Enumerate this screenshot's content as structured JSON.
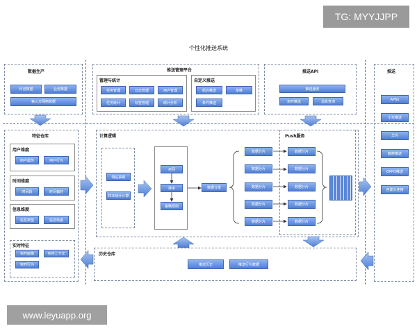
{
  "title": "个性化推送系统",
  "watermark_top": "TG: MYYJJPP",
  "watermark_bottom": "www.leyuapp.org",
  "data_production": {
    "label": "数据生产",
    "items": [
      "日志数据",
      "业务数据",
      "第三方网络数据"
    ]
  },
  "push_platform": {
    "label": "推送管理平台",
    "mgmt": {
      "label": "管理与统计",
      "items": [
        "任务管理",
        "日志管理",
        "用户管理",
        "任务统计",
        "标签管理",
        "统计分析"
      ]
    },
    "custom": {
      "label": "自定义推送",
      "items": [
        "组合推送",
        "单推",
        "条件推送"
      ]
    }
  },
  "push_api": {
    "label": "推送API",
    "items": [
      "推送服务",
      "定时推送",
      "消息查询"
    ]
  },
  "push_channels": {
    "label": "推送",
    "items": [
      "APNs",
      "小米推送",
      "华为",
      "魅族推送",
      "OPPO推送",
      "自建长连接"
    ]
  },
  "feature_store": {
    "label": "特征仓库",
    "user": {
      "label": "用户维度",
      "items": [
        "用户属性",
        "用户行为"
      ]
    },
    "time": {
      "label": "时间维度",
      "items": [
        "时间段",
        "时间偏好"
      ]
    },
    "info": {
      "label": "信息维度",
      "items": [
        "信息类型",
        "信息热度"
      ]
    },
    "realtime": {
      "label": "实时特征",
      "items": [
        "实时画像",
        "实时上下文",
        "实时行为"
      ]
    }
  },
  "compute": {
    "label": "计算逻辑",
    "left_items": [
      "特征抽取",
      "样本统计计算"
    ],
    "mid_items": [
      "召回",
      "排序",
      "策略规则"
    ],
    "dispatch": "数据分发",
    "shards": [
      "数据分片",
      "数据分片",
      "数据分片",
      "数据分片",
      "数据分片"
    ]
  },
  "push_service": {
    "label": "Push服务",
    "shards": [
      "数据分片",
      "数据分片",
      "数据分片",
      "数据分片",
      "数据分片"
    ]
  },
  "history": {
    "label": "历史仓库",
    "items": [
      "推送历史",
      "推送行为数据"
    ]
  }
}
